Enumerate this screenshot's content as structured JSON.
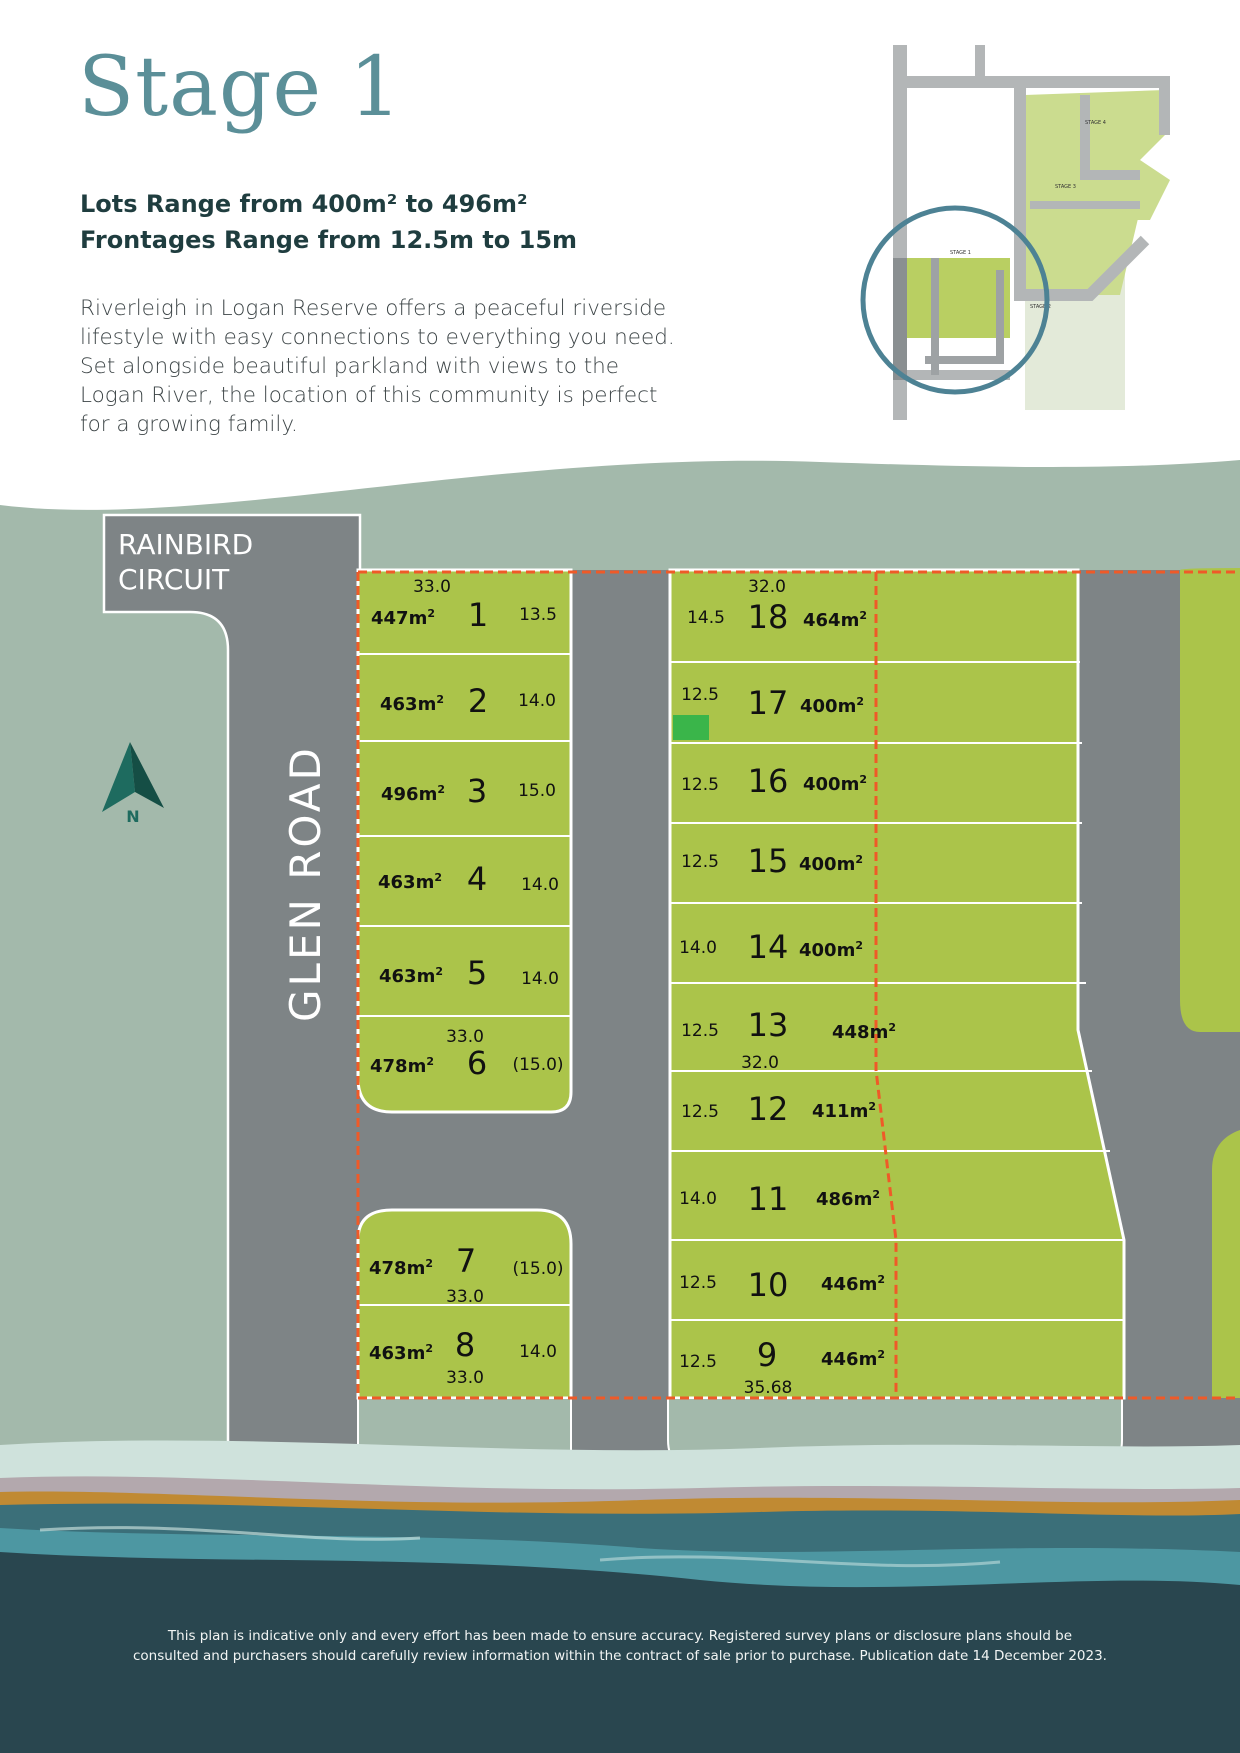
{
  "header": {
    "title": "Stage 1",
    "lots_range": "Lots Range from 400m² to 496m²",
    "frontages_range": "Frontages Range from 12.5m to 15m",
    "intro_lines": [
      "Riverleigh in Logan Reserve offers a peaceful riverside",
      "lifestyle with easy connections to everything you need.",
      "Set alongside beautiful parkland with views to the",
      "Logan River, the location of this community is perfect",
      "for a growing family."
    ]
  },
  "map": {
    "roads": {
      "rainbird_line1": "RAINBIRD",
      "rainbird_line2": "CIRCUIT",
      "glen": "GLEN ROAD"
    },
    "north_label": "N",
    "north_icon": "north-arrow-icon",
    "lots": [
      {
        "num": "1",
        "area": "447m",
        "frontage": "13.5",
        "depth": "33.0"
      },
      {
        "num": "2",
        "area": "463m",
        "frontage": "14.0"
      },
      {
        "num": "3",
        "area": "496m",
        "frontage": "15.0"
      },
      {
        "num": "4",
        "area": "463m",
        "frontage": "14.0"
      },
      {
        "num": "5",
        "area": "463m",
        "frontage": "14.0"
      },
      {
        "num": "6",
        "area": "478m",
        "frontage": "(15.0)",
        "depth": "33.0"
      },
      {
        "num": "7",
        "area": "478m",
        "frontage": "(15.0)",
        "depth": "33.0"
      },
      {
        "num": "8",
        "area": "463m",
        "frontage": "14.0",
        "depth": "33.0"
      },
      {
        "num": "9",
        "area": "446m",
        "frontage": "12.5",
        "depth": "35.68"
      },
      {
        "num": "10",
        "area": "446m",
        "frontage": "12.5"
      },
      {
        "num": "11",
        "area": "486m",
        "frontage": "14.0"
      },
      {
        "num": "12",
        "area": "411m",
        "frontage": "12.5"
      },
      {
        "num": "13",
        "area": "448m",
        "frontage": "12.5",
        "depth": "32.0"
      },
      {
        "num": "14",
        "area": "400m",
        "frontage": "14.0"
      },
      {
        "num": "15",
        "area": "400m",
        "frontage": "12.5"
      },
      {
        "num": "16",
        "area": "400m",
        "frontage": "12.5"
      },
      {
        "num": "17",
        "area": "400m",
        "frontage": "12.5"
      },
      {
        "num": "18",
        "area": "464m",
        "frontage": "14.5",
        "depth": "32.0"
      }
    ],
    "superscript": "2"
  },
  "keymap": {
    "stage1": "STAGE 1",
    "stage2": "STAGE 2",
    "stage3": "STAGE 3",
    "stage4": "STAGE 4"
  },
  "footer": {
    "disclaimer_lines": [
      "This plan is indicative only and every effort has been made to ensure accuracy. Registered survey plans or disclosure plans should be",
      "consulted and purchasers should carefully review information within the contract of sale prior to purchase. Publication date 14 December 2023."
    ]
  },
  "colors": {
    "lot": "#abc44a",
    "road": "#7e8486",
    "park": "#a3b9ab",
    "boundary": "#ef5a28",
    "title": "#5b8f98",
    "water": "#29464f",
    "sand": "#c08a33"
  }
}
